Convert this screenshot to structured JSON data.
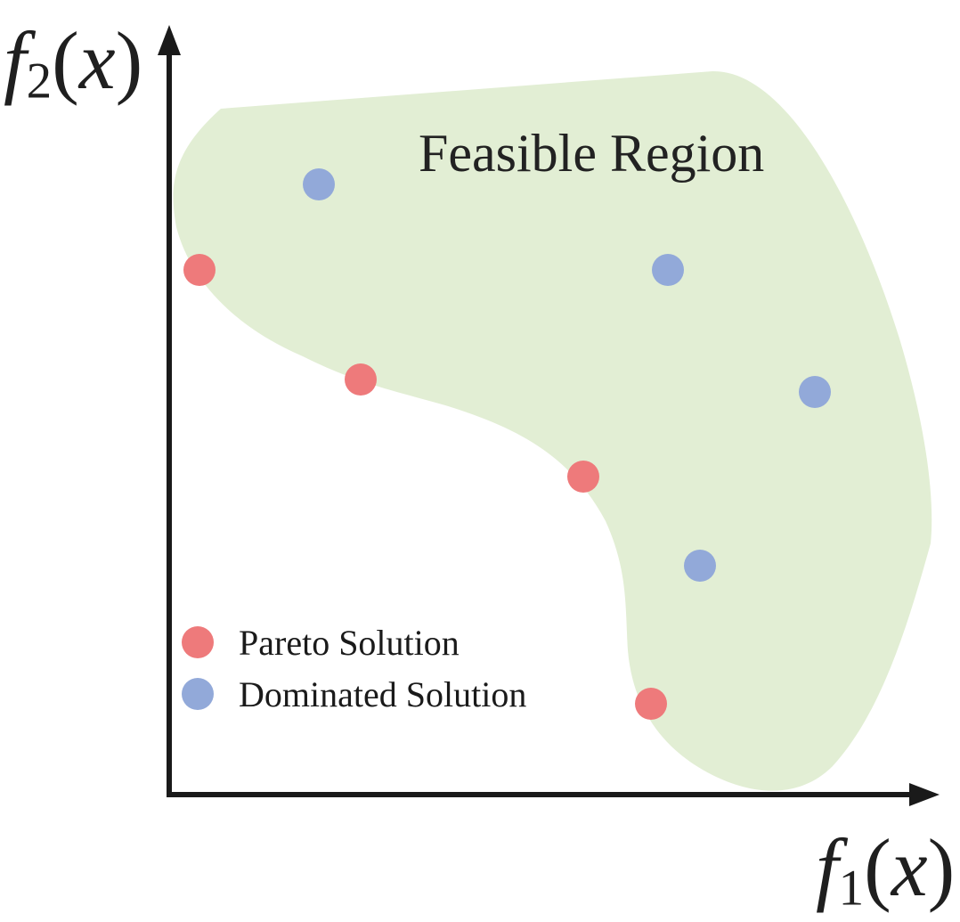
{
  "labels": {
    "y_axis": {
      "func": "f",
      "sub": "2",
      "arg": "x"
    },
    "x_axis": {
      "func": "f",
      "sub": "1",
      "arg": "x"
    },
    "region_title": "Feasible Region"
  },
  "legend": {
    "pareto": "Pareto Solution",
    "dominated": "Dominated Solution"
  },
  "colors": {
    "region": "#e2eed4",
    "pareto": "#ee7a7b",
    "dominated": "#92a9d9",
    "axis": "#1a1a1a"
  }
}
